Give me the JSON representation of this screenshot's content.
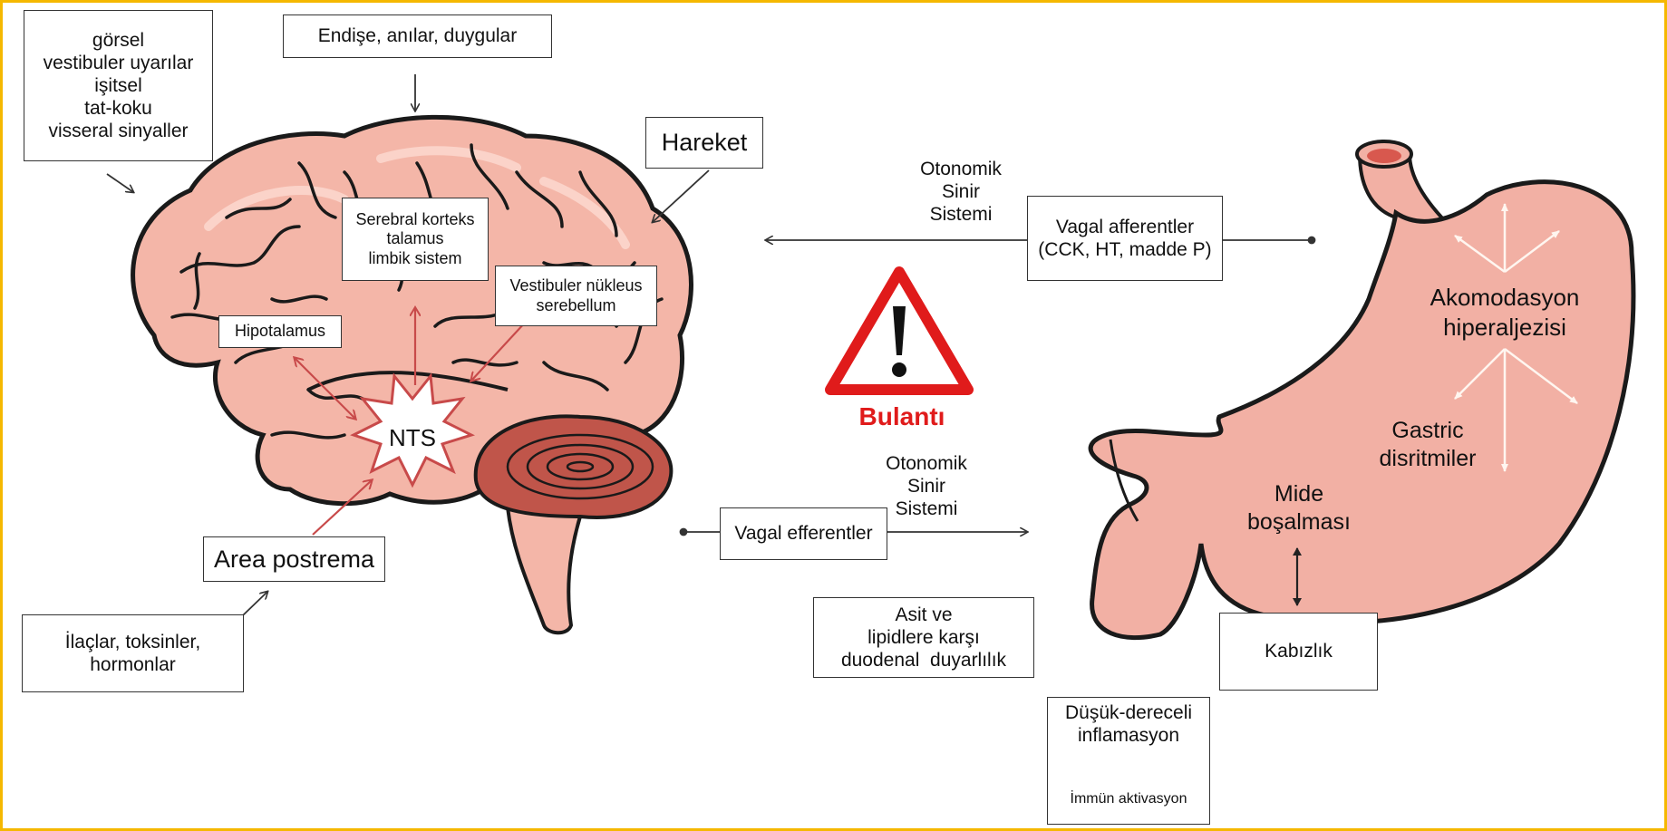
{
  "colors": {
    "border": "#f5b800",
    "brain_fill": "#f4b6a8",
    "brain_outline": "#1a1a1a",
    "cerebellum": "#c0554a",
    "stomach_fill": "#f2b0a4",
    "arrow_pink": "#c84a4a",
    "warning_red": "#e01b1b"
  },
  "boxes": {
    "sensory_inputs": [
      "görsel",
      "vestibuler uyarılar",
      "işitsel",
      "tat-koku",
      "visseral sinyaller"
    ],
    "emotions": "Endişe, anılar, duygular",
    "movement": "Hareket",
    "cortex": [
      "Serebral korteks",
      "talamus",
      "limbik sistem"
    ],
    "vestibular": [
      "Vestibuler nükleus",
      "serebellum"
    ],
    "hypothalamus": "Hipotalamus",
    "area_postrema": "Area postrema",
    "drugs": [
      "İlaçlar, toksinler,",
      "hormonlar"
    ],
    "vagal_afferents": [
      "Vagal afferentler",
      "(CCK, HT, madde P)"
    ],
    "vagal_efferents": "Vagal efferentler",
    "acid_lipid": [
      "Asit ve",
      "lipidlere karşı",
      "duodenal  duyarlılık"
    ],
    "constipation": "Kabızlık",
    "inflammation": [
      "Düşük-dereceli",
      "inflamasyon"
    ],
    "immune": "İmmün aktivasyon"
  },
  "labels": {
    "nts": "NTS",
    "autonomic_top": [
      "Otonomik",
      "Sinir",
      "Sistemi"
    ],
    "autonomic_bottom": [
      "Otonomik",
      "Sinir",
      "Sistemi"
    ],
    "nausea": "Bulantı",
    "accommodation": [
      "Akomodasyon",
      "hiperaljezisi"
    ],
    "dysrhythmia": [
      "Gastric",
      "disritmiler"
    ],
    "emptying": [
      "Mide",
      "boşalması"
    ]
  },
  "icons": {
    "warning": "warning-triangle-icon",
    "brain": "brain-illustration",
    "stomach": "stomach-illustration"
  }
}
